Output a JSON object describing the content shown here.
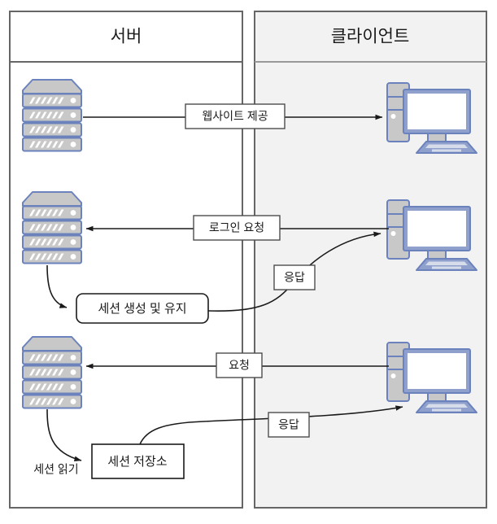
{
  "diagram": {
    "type": "sequence-flow-diagram",
    "language": "ko",
    "colors": {
      "server_icon_fill": "#c8c8c8",
      "server_icon_stroke": "#6b82bd",
      "client_icon_fill": "#c8c8c8",
      "client_icon_stroke": "#6b82bd",
      "client_lane_bg": "#f2f2f2",
      "server_lane_bg": "#ffffff",
      "lane_border": "#666666",
      "line": "#1a1a1a"
    },
    "lanes": [
      {
        "id": "server",
        "title": "서버"
      },
      {
        "id": "client",
        "title": "클라이언트"
      }
    ],
    "nodes": [
      {
        "id": "server-1",
        "icon": "server-rack-icon",
        "lane": "server"
      },
      {
        "id": "server-2",
        "icon": "server-rack-icon",
        "lane": "server"
      },
      {
        "id": "server-3",
        "icon": "server-rack-icon",
        "lane": "server"
      },
      {
        "id": "client-1",
        "icon": "desktop-computer-icon",
        "lane": "client"
      },
      {
        "id": "client-2",
        "icon": "desktop-computer-icon",
        "lane": "client"
      },
      {
        "id": "client-3",
        "icon": "desktop-computer-icon",
        "lane": "client"
      },
      {
        "id": "session-create",
        "shape": "rounded-rect",
        "label": "세션 생성 및 유지"
      },
      {
        "id": "session-store",
        "shape": "rect",
        "label": "세션 저장소"
      }
    ],
    "edges": [
      {
        "id": "edge-serve-website",
        "label": "웹사이트 제공",
        "from": "server-1",
        "to": "client-1"
      },
      {
        "id": "edge-login-request",
        "label": "로그인 요청",
        "from": "client-2",
        "to": "server-2"
      },
      {
        "id": "edge-response-1",
        "label": "응답",
        "from": "session-create",
        "to": "client-2"
      },
      {
        "id": "edge-request",
        "label": "요청",
        "from": "client-3",
        "to": "server-3"
      },
      {
        "id": "edge-response-2",
        "label": "응답",
        "from": "session-store",
        "to": "client-3"
      }
    ],
    "free_labels": [
      {
        "id": "session-read-label",
        "label": "세션 읽기"
      }
    ]
  }
}
